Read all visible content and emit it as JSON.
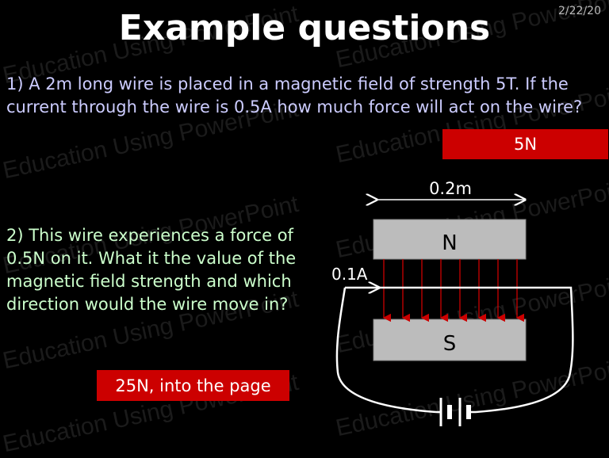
{
  "slide": {
    "date": "2/22/20",
    "title": "Example questions",
    "watermark": "Education Using PowerPoint"
  },
  "question1": {
    "text": "1) A 2m long wire is placed in a magnetic field of strength 5T. If the current through the wire is 0.5A how much force will act on the wire?",
    "answer": "5N"
  },
  "question2": {
    "text": "2) This wire experiences a force of 0.5N on it.  What it the value of the magnetic field strength and which direction would the wire move in?",
    "answer": "25N, into the page"
  },
  "diagram": {
    "width_label": "0.2m",
    "current_label": "0.1A",
    "north_label": "N",
    "south_label": "S",
    "colors": {
      "magnet": "#bcbcbc",
      "field_lines": "#cc0000",
      "wire": "#ffffff"
    }
  }
}
